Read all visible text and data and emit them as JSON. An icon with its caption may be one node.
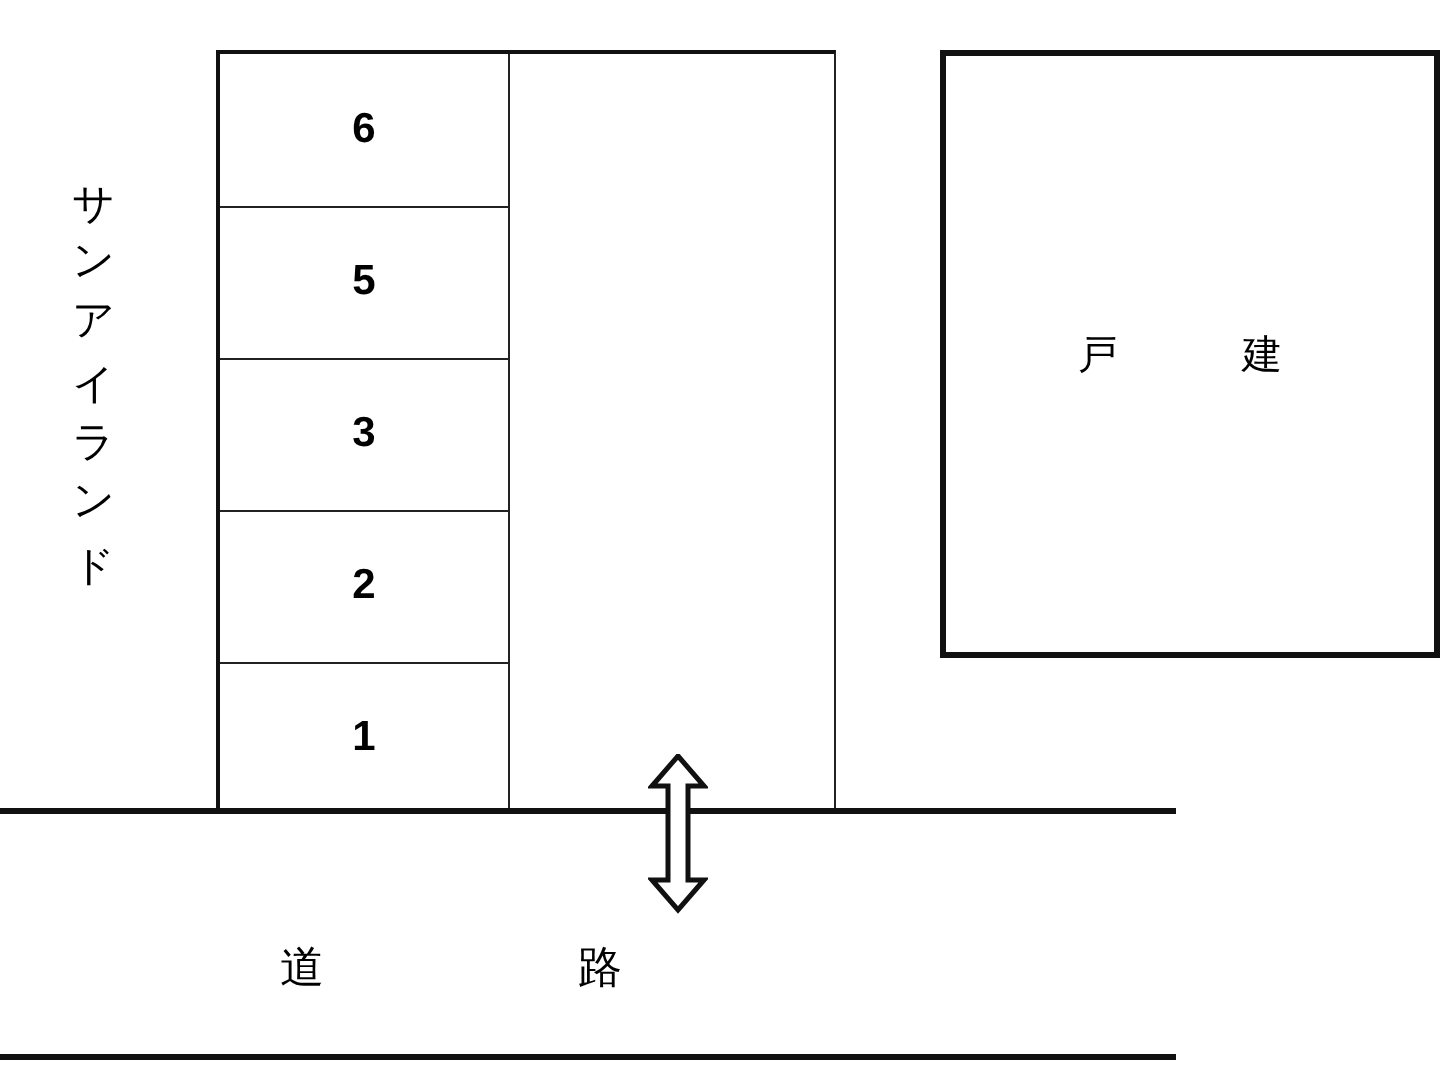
{
  "diagram": {
    "nodes": [
      {
        "text": [],
        "shape": "box"
      },
      {
        "text": [
          "6"
        ],
        "in": 0
      },
      {
        "text": [
          "5"
        ],
        "in": 0
      },
      {
        "text": [
          "3"
        ],
        "in": 0
      },
      {
        "text": [
          "2"
        ],
        "in": 0
      },
      {
        "text": [
          "1"
        ],
        "in": 0
      },
      {
        "text": [
          "戸建"
        ]
      },
      {
        "text": [
          "道路"
        ]
      }
    ],
    "labels": [
      "サンアイランド"
    ]
  }
}
